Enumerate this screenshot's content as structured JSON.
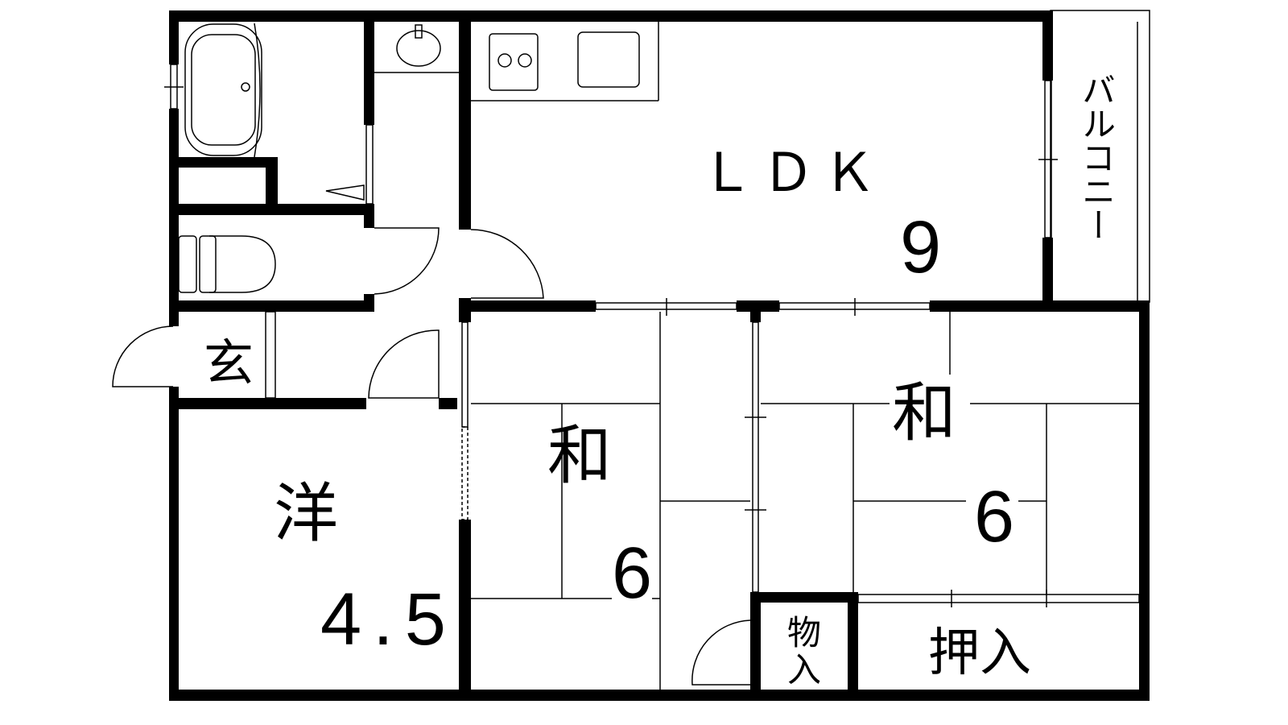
{
  "rooms": {
    "ldk": {
      "name": "ＬＤＫ",
      "size": "9"
    },
    "balcony": {
      "name": "バルコニー"
    },
    "entrance": {
      "name": "玄"
    },
    "western": {
      "name": "洋",
      "size": "4.5"
    },
    "washitsu_left": {
      "name": "和",
      "size": "6"
    },
    "washitsu_right": {
      "name": "和",
      "size": "6"
    },
    "storage": {
      "name_top": "物",
      "name_bottom": "入"
    },
    "closet": {
      "name": "押入"
    }
  }
}
